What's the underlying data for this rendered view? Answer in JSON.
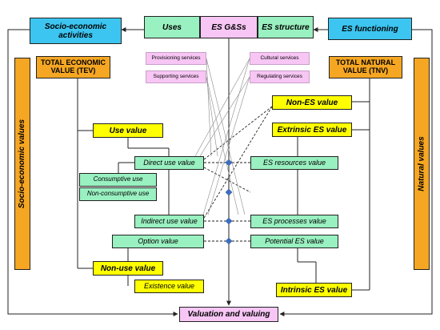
{
  "top": {
    "socio_activities": "Socio-economic activities",
    "uses": "Uses",
    "es_gss": "ES G&Ss",
    "es_structure": "ES structure",
    "es_functioning": "ES functioning"
  },
  "services": {
    "provisioning": "Provisioning services",
    "supporting": "Supporting services",
    "cultural": "Cultural services",
    "regulating": "Regulating services"
  },
  "left": {
    "tev": "TOTAL ECONOMIC VALUE (TEV)",
    "use_value": "Use value",
    "direct_use": "Direct use value",
    "consumptive": "Consumptive use",
    "non_consumptive": "Non-consumptive use",
    "indirect_use": "Indirect use value",
    "option_value": "Option value",
    "non_use_value": "Non-use value",
    "existence_value": "Existence value"
  },
  "right": {
    "tnv": "TOTAL NATURAL VALUE (TNV)",
    "non_es": "Non-ES value",
    "extrinsic": "Extrinsic ES value",
    "es_resources": "ES resources value",
    "es_processes": "ES processes value",
    "potential_es": "Potential ES value",
    "intrinsic": "Intrinsic ES value"
  },
  "side": {
    "socio_values": "Socio-economic values",
    "natural_values": "Natural values"
  },
  "bottom": {
    "valuation": "Valuation and valuing"
  }
}
